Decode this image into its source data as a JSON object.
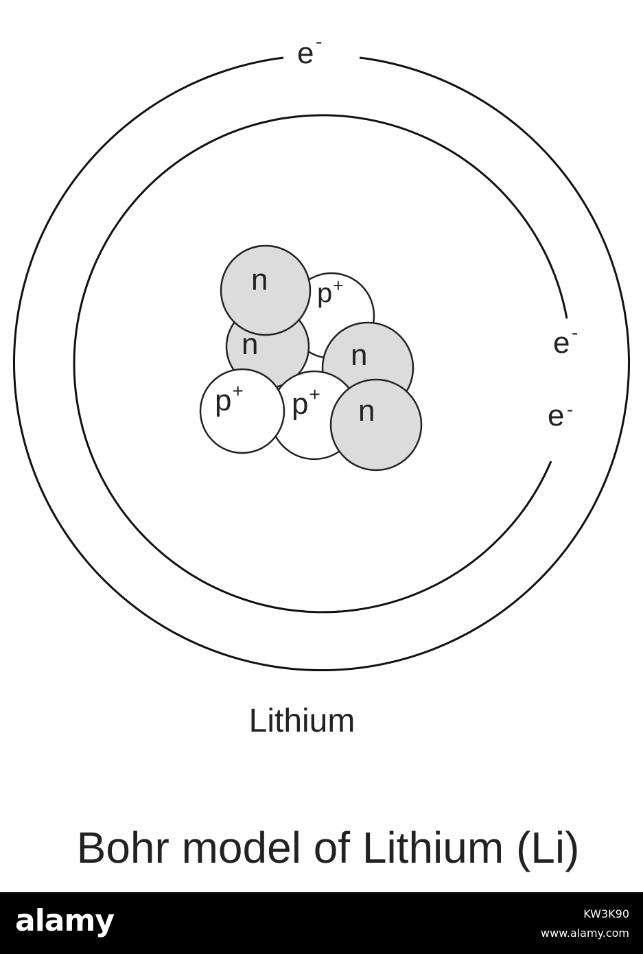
{
  "diagram": {
    "electron_labels": [
      {
        "base": "e",
        "sup": "-"
      },
      {
        "base": "e",
        "sup": "-"
      },
      {
        "base": "e",
        "sup": "-"
      }
    ],
    "nucleus": {
      "neutron_label": "n",
      "proton_base": "p",
      "proton_sup": "+"
    },
    "element_name": "Lithium",
    "caption": "Bohr model of Lithium (Li)",
    "colors": {
      "neutron_fill": "#dcdcdc",
      "proton_fill": "#ffffff",
      "outline": "#222222"
    }
  },
  "footer": {
    "brand": "alamy",
    "image_id": "KW3K90",
    "url": "www.alamy.com"
  }
}
